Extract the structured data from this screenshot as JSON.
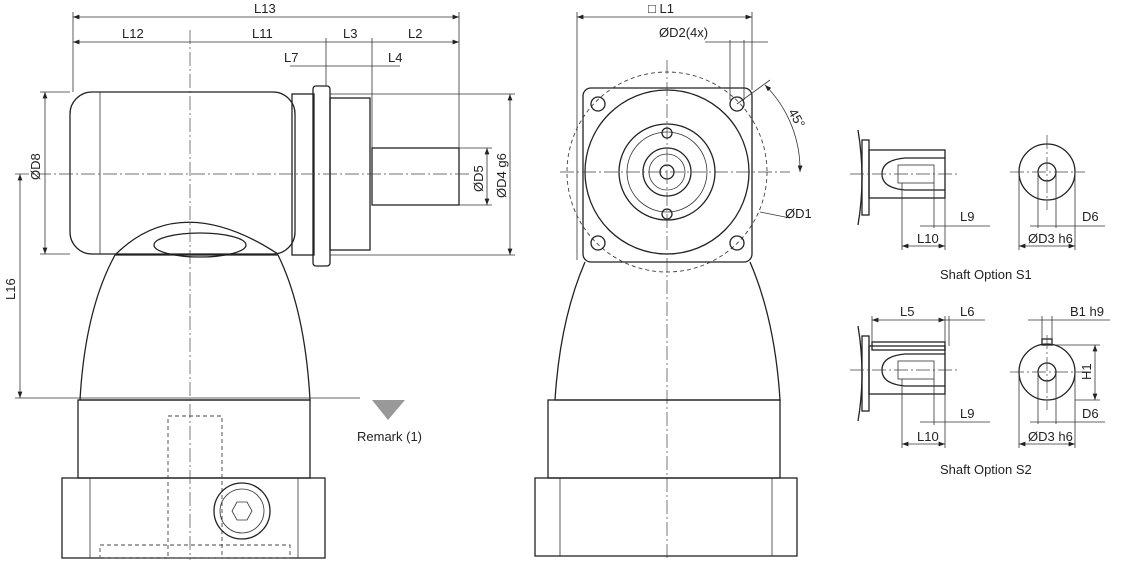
{
  "side_view": {
    "l13": "L13",
    "l12": "L12",
    "l11": "L11",
    "l3": "L3",
    "l2": "L2",
    "l7": "L7",
    "l4": "L4",
    "d8": "ØD8",
    "d5": "ØD5",
    "d4": "ØD4 g6",
    "l16": "L16",
    "remark": "Remark (1)"
  },
  "front_view": {
    "l1": "□ L1",
    "d2": "ØD2(4x)",
    "angle": "45°",
    "d1": "ØD1"
  },
  "shaft_s1": {
    "l9": "L9",
    "l10": "L10",
    "d3": "ØD3 h6",
    "d6": "D6",
    "caption": "Shaft Option S1"
  },
  "shaft_s2": {
    "l5": "L5",
    "l6": "L6",
    "b1": "B1 h9",
    "h1": "H1",
    "l9": "L9",
    "l10": "L10",
    "d3": "ØD3 h6",
    "d6": "D6",
    "caption": "Shaft Option S2"
  }
}
